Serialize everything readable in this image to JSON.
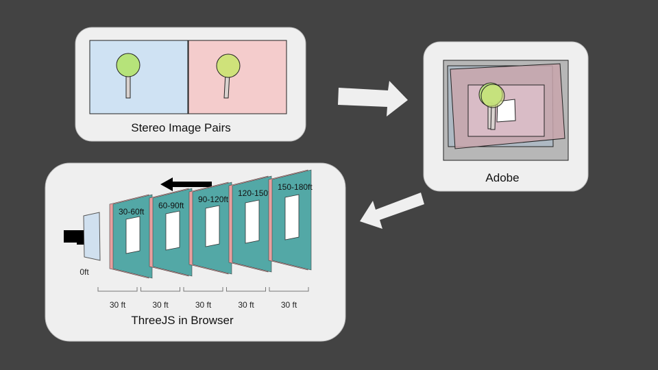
{
  "colors": {
    "background": "#434343",
    "panel": "#efefef",
    "left_image": "#cfe2f3",
    "right_image": "#f4cccc",
    "layer_teal": "#53a8a6",
    "layer_pink": "#e89f9f",
    "tree_green_left": "#b6e37a",
    "tree_green_right": "#cfe27a"
  },
  "panels": {
    "stereo": {
      "label": "Stereo Image Pairs"
    },
    "adobe": {
      "label": "Adobe"
    },
    "threejs": {
      "label": "ThreeJS in Browser"
    }
  },
  "camera": {
    "distance_label": "0ft"
  },
  "layers": [
    {
      "label": "30-60ft"
    },
    {
      "label": "60-90ft"
    },
    {
      "label": "90-120ft"
    },
    {
      "label": "120-150ft"
    },
    {
      "label": "150-180ft"
    }
  ],
  "spacing_labels": [
    "30 ft",
    "30 ft",
    "30 ft",
    "30 ft",
    "30 ft"
  ]
}
